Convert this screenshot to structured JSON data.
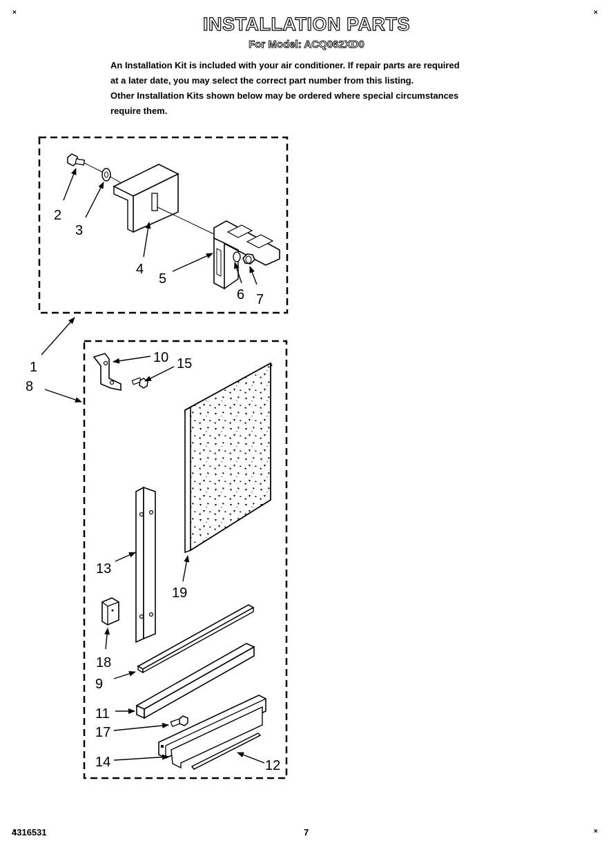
{
  "page": {
    "title": "INSTALLATION PARTS",
    "subtitle": "For Model: ACQ062XD0",
    "intro": [
      "An Installation Kit is included with your air conditioner. If repair parts are required",
      "at a later date, you may select the correct part number from this listing.",
      "Other Installation Kits shown below may be ordered where special circumstances",
      "require them."
    ],
    "corner_mark": "×"
  },
  "callouts": {
    "c1": "1",
    "c2": "2",
    "c3": "3",
    "c4": "4",
    "c5": "5",
    "c6": "6",
    "c7": "7",
    "c8": "8",
    "c9": "9",
    "c10": "10",
    "c11": "11",
    "c12": "12",
    "c13": "13",
    "c14": "14",
    "c15": "15",
    "c17": "17",
    "c18": "18",
    "c19": "19"
  },
  "footer": {
    "doc_number": "4316531",
    "page_number": "7"
  }
}
